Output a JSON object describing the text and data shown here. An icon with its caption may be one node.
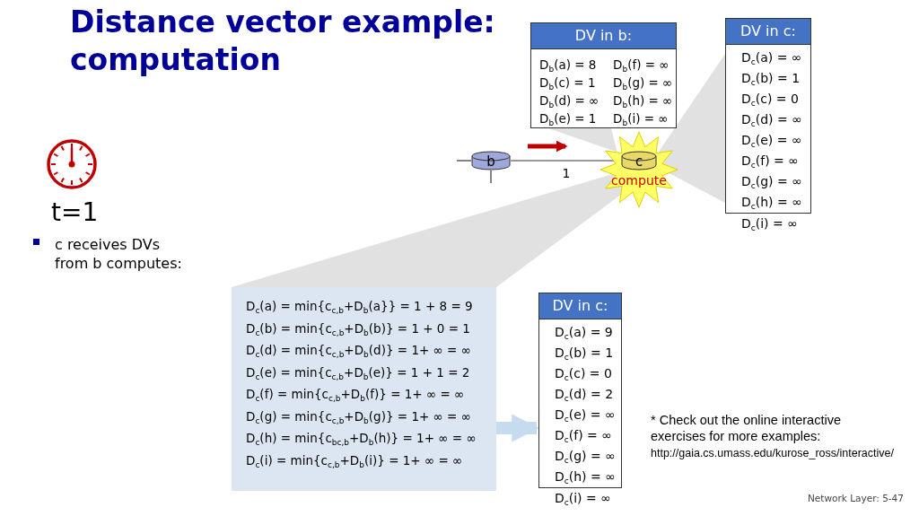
{
  "diagram": {
    "title": "Distance vector example: computation",
    "nodes": [
      {
        "text": [
          "DV in b:",
          "D$_{b}$(a) = 8",
          "D$_{b}$(f) = ∞",
          "D$_{b}$(c) = 1",
          "D$_{b}$(g) = ∞",
          "D$_{b}$(d) = ∞",
          "D$_{b}$(h) = ∞",
          "D$_{b}$(e) = 1",
          "D$_{b}$(i) = ∞"
        ]
      },
      {
        "text": [
          "DV in c:",
          "D$_{c}$(a) = ∞",
          "D$_{c}$(b) = 1",
          "D$_{c}$(c) = 0",
          "D$_{c}$(d) = ∞",
          "D$_{c}$(e) = ∞",
          "D$_{c}$(f) = ∞",
          "D$_{c}$(g) = ∞",
          "D$_{c}$(h) = ∞",
          "D$_{c}$(i) = ∞"
        ]
      },
      {
        "text": [
          "b"
        ]
      },
      {
        "text": [
          "compute"
        ]
      },
      {
        "text": [
          "c"
        ],
        "in": 3
      },
      {
        "text": [
          "D$_{c}$(a) = min{c$_{c,b}$+D$_{b}$(a}} = 1 + 8 = 9",
          "D$_{c}$(b) = min{c$_{c,b}$+D$_{b}$(b)} = 1 + 0 = 1",
          "D$_{c}$(d) = min{c$_{c,b}$+D$_{b}$(d)} = 1+ ∞ = ∞",
          "D$_{c}$(e) = min{c$_{c,b}$+D$_{b}$(e)} = 1 + 1 = 2",
          "D$_{c}$(f) = min{c$_{c,b}$+D$_{b}$(f)} = 1+ ∞ = ∞",
          "D$_{c}$(g) = min{c$_{c,b}$+D$_{b}$(g)} = 1+ ∞ = ∞",
          "D$_{c}$(h) = min{c$_{bc,b}$+D$_{b}$(h)} = 1+ ∞ = ∞",
          "D$_{c}$(i) = min{c$_{c,b}$+D$_{b}$(i)} = 1+ ∞ = ∞"
        ]
      },
      {
        "text": [
          "DV in c:",
          "D$_{c}$(a) = 9",
          "D$_{c}$(b) = 1",
          "D$_{c}$(c) = 0",
          "D$_{c}$(d) = 2",
          "D$_{c}$(e) = ∞",
          "D$_{c}$(f) = ∞",
          "D$_{c}$(g) = ∞",
          "D$_{c}$(h) = ∞",
          "D$_{c}$(i) = ∞"
        ]
      }
    ],
    "edges": [
      {
        "from": 2,
        "to": 4,
        "label": "1",
        "arrow": "none"
      },
      {
        "from": 4,
        "to": 0,
        "arrow": "none"
      },
      {
        "from": 4,
        "to": 1,
        "arrow": "none"
      },
      {
        "from": 4,
        "to": 5,
        "arrow": "none"
      },
      {
        "from": 5,
        "to": 6,
        "arrow": "to",
        "style": "thick",
        "color": "#c6dbef"
      }
    ],
    "labels": [
      "t=1",
      "c receives DVs from b computes:",
      "* Check out the online interactive exercises for more examples:",
      "http://gaia.cs.umass.edu/kurose_ross/interactive/",
      "Network Layer: 5-47"
    ]
  }
}
